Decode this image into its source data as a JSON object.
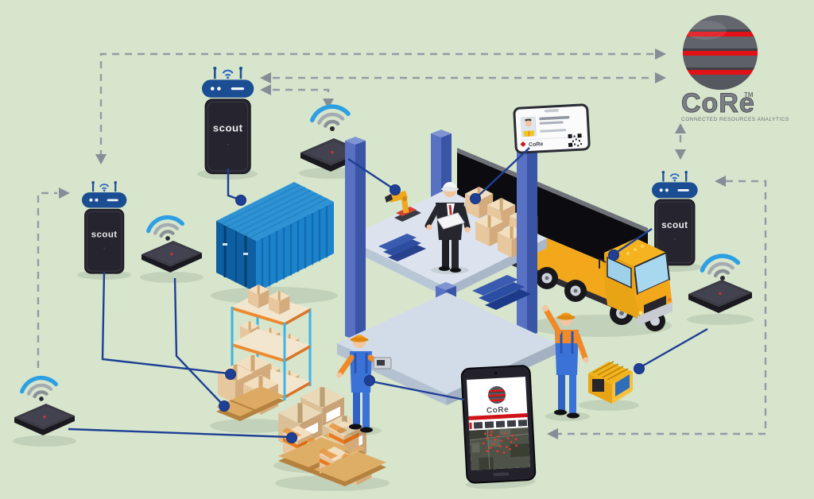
{
  "title": "CoRe connected warehouse tracking diagram",
  "background": "#d6e5cc",
  "logo": {
    "name": "CoRe",
    "tm": "TM",
    "tagline": "CONNECTED RESOURCES ANALYTICS"
  },
  "scout": {
    "label": "scout"
  },
  "tablet": {
    "brand": "CoRe"
  },
  "badge": {
    "brand": "CoRe"
  },
  "colors": {
    "connector_blue": "#1e3f94",
    "dashed_gray": "#949aa4",
    "scout_blue": "#1a4d92",
    "core_red": "#e21118",
    "container_blue": "#1b83cc",
    "truck_yellow": "#f3a81b",
    "wifi_blue": "#2d9fe3"
  }
}
